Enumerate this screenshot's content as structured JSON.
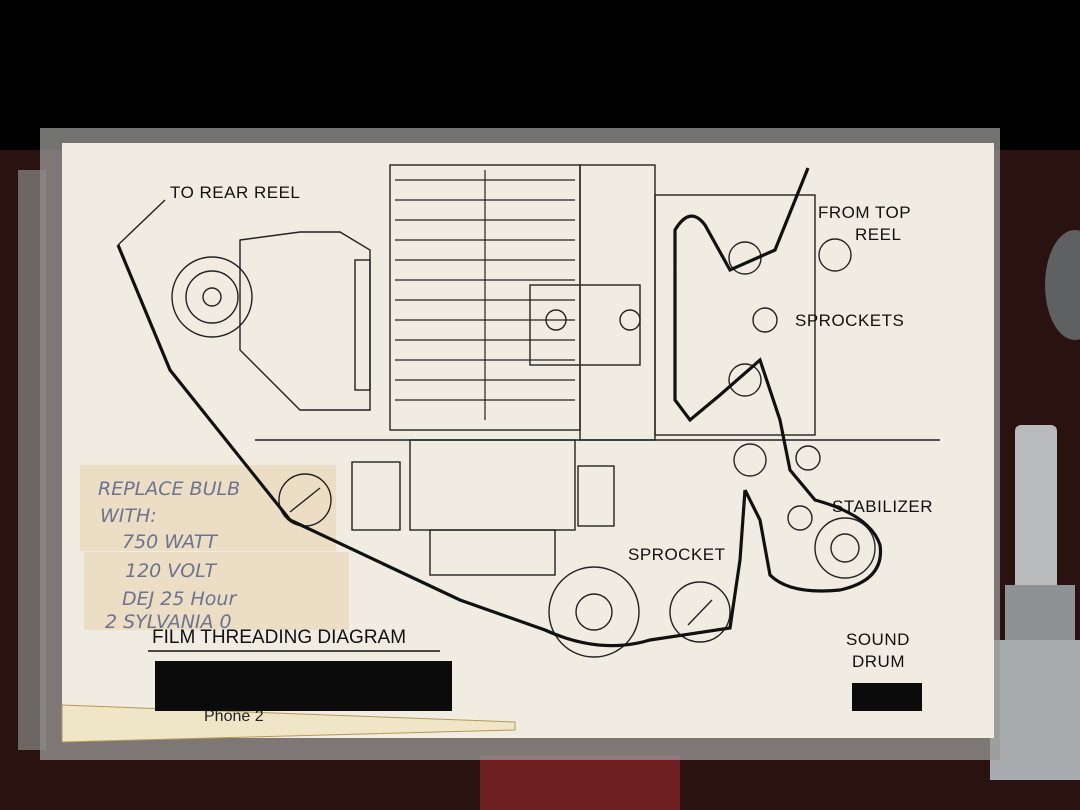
{
  "diagram": {
    "title": "FILM THREADING DIAGRAM",
    "labels": {
      "to_rear_reel": "TO REAR REEL",
      "from_top_reel_1": "FROM TOP",
      "from_top_reel_2": "REEL",
      "sprockets": "SPROCKETS",
      "stabilizer": "STABILIZER",
      "sprocket": "SPROCKET",
      "sound_drum_1": "SOUND",
      "sound_drum_2": "DRUM"
    },
    "phone_text": "Phone 2"
  },
  "handwritten_note": {
    "lines": [
      "REPLACE BULB",
      "WITH:",
      "750 WATT",
      "120 VOLT",
      "DEJ  25 Hour",
      "2 SYLVANIA 0"
    ]
  },
  "colors": {
    "card": "#f1ece2",
    "tape": "#eadcbf",
    "ink": "#111111",
    "pencil": "#6d7390",
    "felt": "#2a1210"
  }
}
